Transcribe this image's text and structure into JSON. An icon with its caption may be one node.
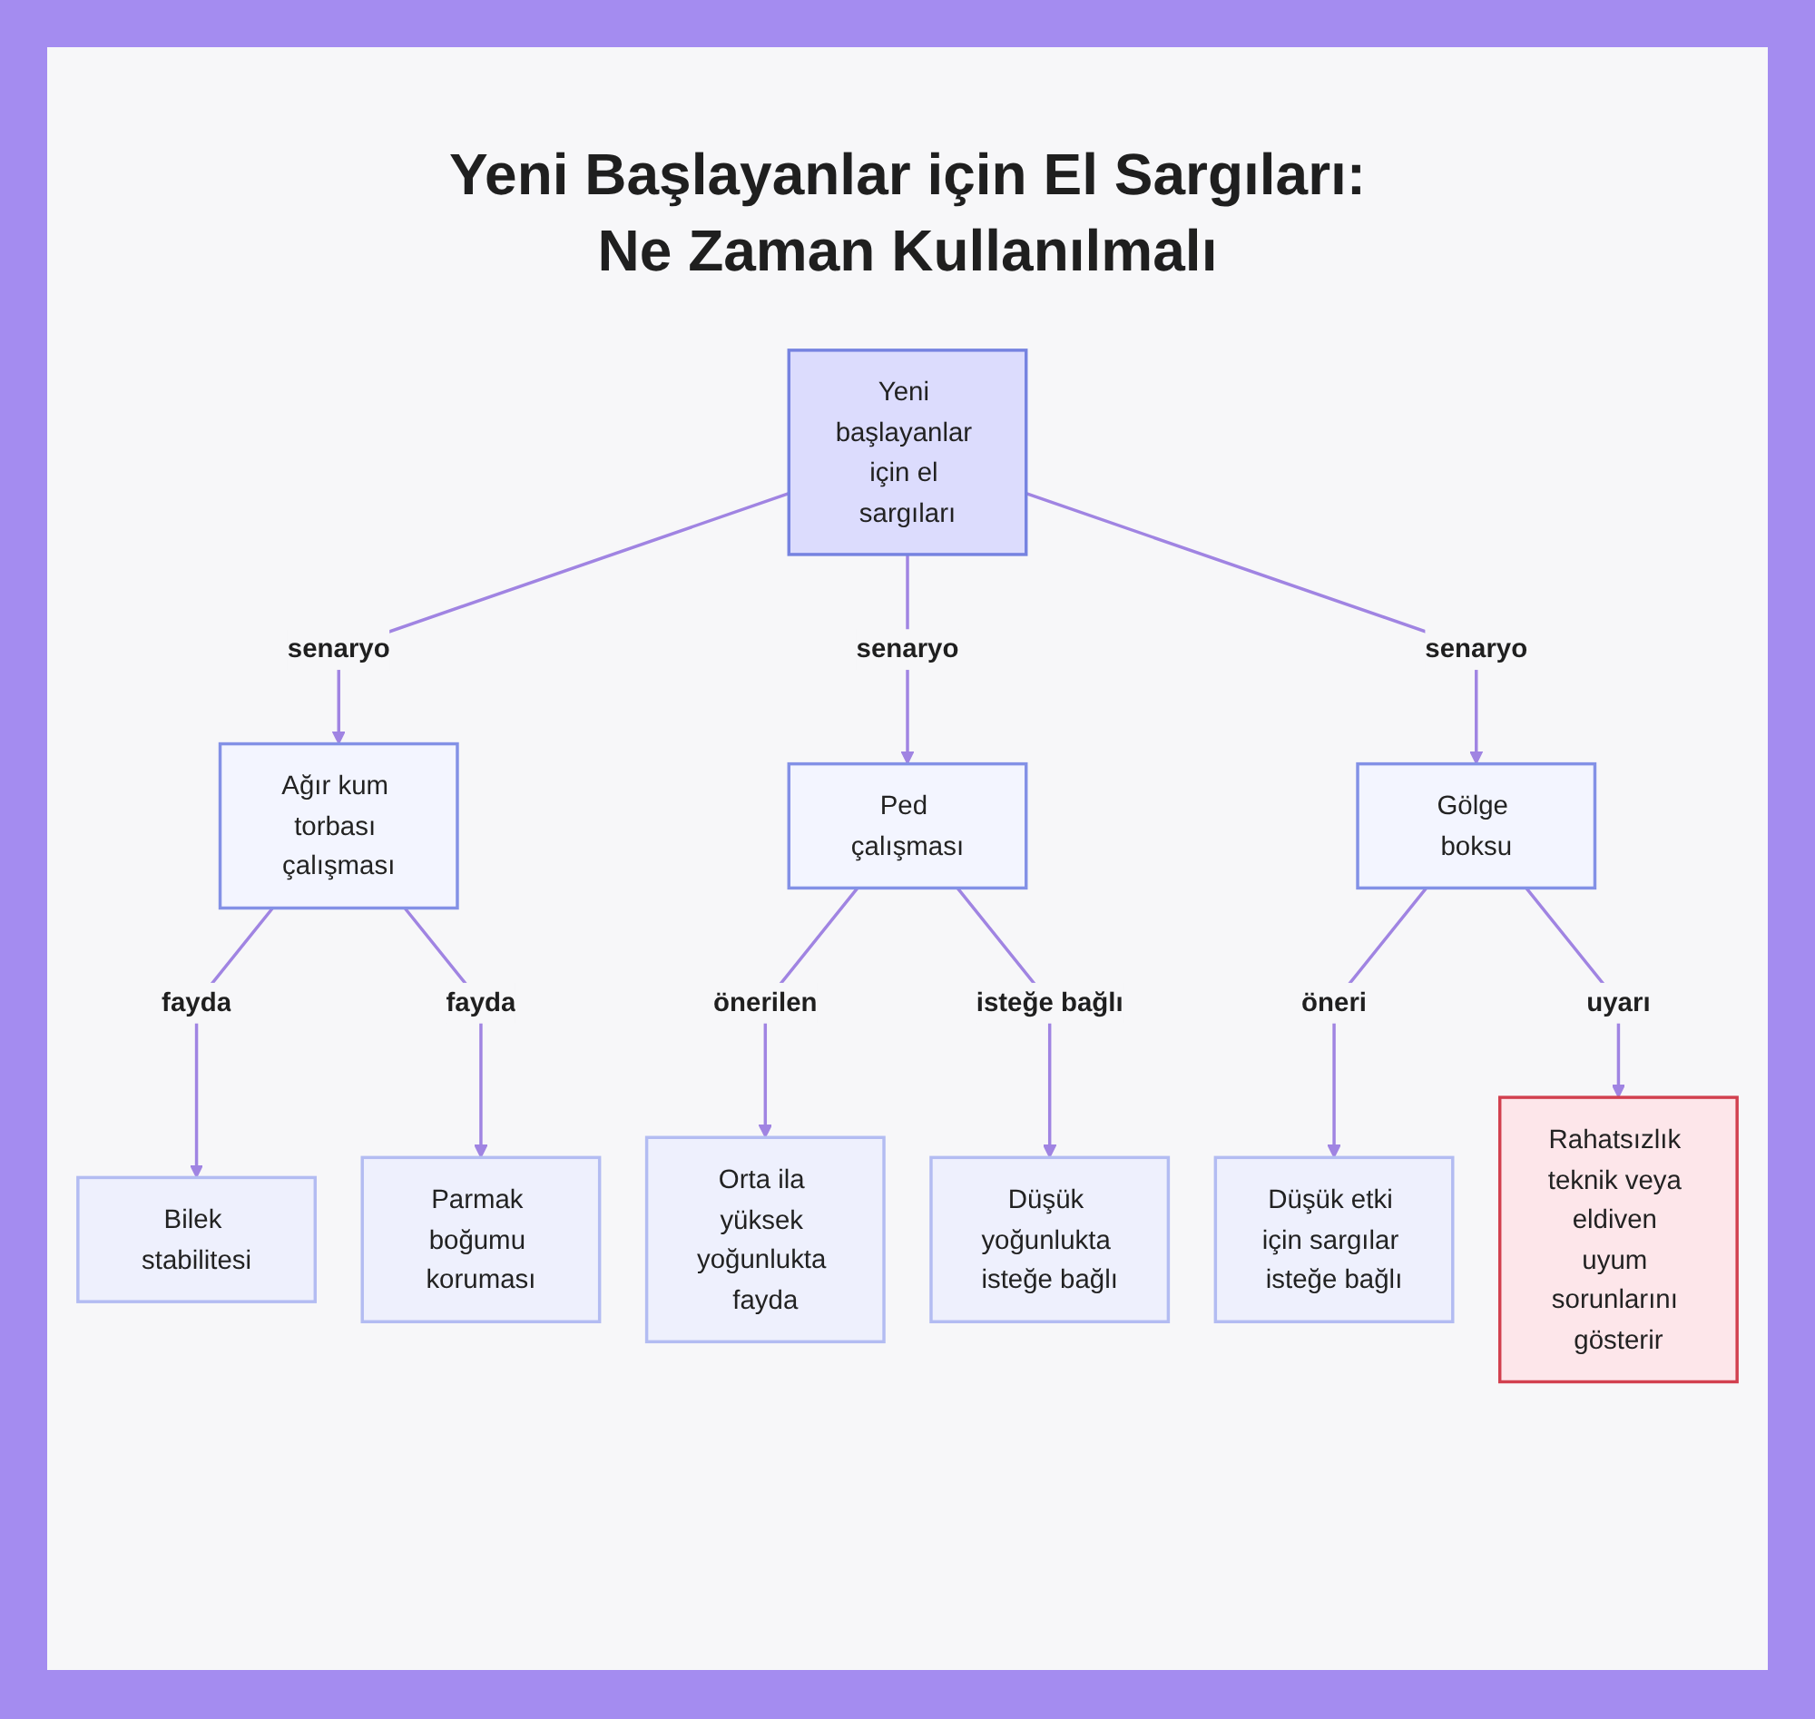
{
  "diagram": {
    "title": "Yeni Başlayanlar için El Sargıları: Ne Zaman Kullanılmalı",
    "nodes": [
      {
        "text": [
          "Yeni başlayanlar için el sargıları"
        ]
      },
      {
        "text": [
          "Ağır kum torbası çalışması"
        ]
      },
      {
        "text": [
          "Ped çalışması"
        ]
      },
      {
        "text": [
          "Gölge boksu"
        ]
      },
      {
        "text": [
          "Bilek stabilitesi"
        ]
      },
      {
        "text": [
          "Parmak boğumu koruması"
        ]
      },
      {
        "text": [
          "Orta ila yüksek yoğunlukta fayda"
        ]
      },
      {
        "text": [
          "Düşük yoğunlukta isteğe bağlı"
        ]
      },
      {
        "text": [
          "Düşük etki için sargılar isteğe bağlı"
        ]
      },
      {
        "text": [
          "Rahatsızlık teknik veya eldiven uyum sorunlarını gösterir"
        ]
      }
    ],
    "edges": [
      {
        "from": 0,
        "to": 1,
        "arrow": "to",
        "label": "senaryo"
      },
      {
        "from": 0,
        "to": 2,
        "arrow": "to",
        "label": "senaryo"
      },
      {
        "from": 0,
        "to": 3,
        "arrow": "to",
        "label": "senaryo"
      },
      {
        "from": 1,
        "to": 4,
        "arrow": "to",
        "label": "fayda"
      },
      {
        "from": 1,
        "to": 5,
        "arrow": "to",
        "label": "fayda"
      },
      {
        "from": 2,
        "to": 6,
        "arrow": "to",
        "label": "önerilen"
      },
      {
        "from": 2,
        "to": 7,
        "arrow": "to",
        "label": "isteğe bağlı"
      },
      {
        "from": 3,
        "to": 8,
        "arrow": "to",
        "label": "öneri"
      },
      {
        "from": 3,
        "to": 9,
        "arrow": "to",
        "label": "uyarı"
      }
    ]
  }
}
